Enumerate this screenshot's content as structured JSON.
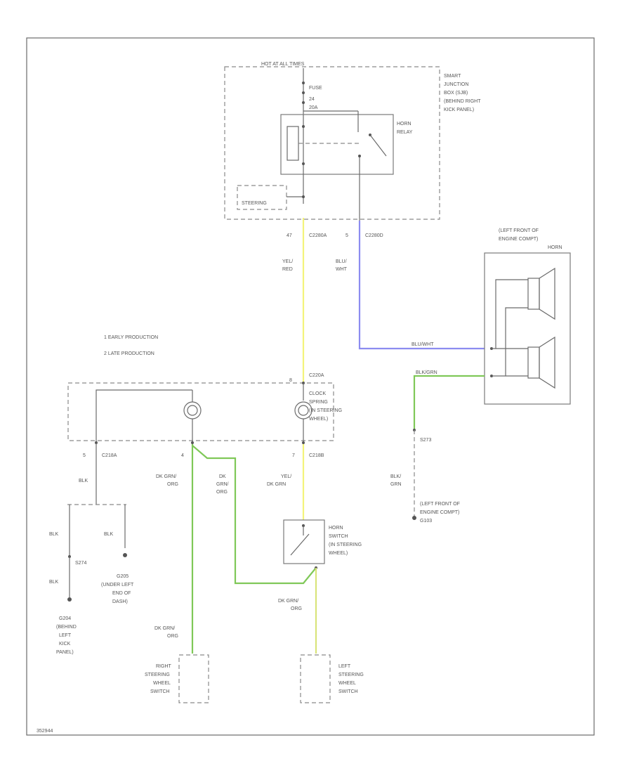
{
  "colors": {
    "wire_yel_red": "#f3f37a",
    "wire_blu_wht": "#8c8cf0",
    "wire_dk_grn": "#7fc858",
    "wire_gray": "#707070"
  },
  "sjb": {
    "power_label": "HOT AT ALL TIMES",
    "fuse_lines": [
      "FUSE",
      "24",
      "20A"
    ],
    "desc_lines": [
      "SMART",
      "JUNCTION",
      "BOX (SJB)",
      "(BEHIND RIGHT",
      "KICK PANEL)"
    ],
    "relay_lines": [
      "HORN",
      "RELAY"
    ],
    "module_label": "STEERING"
  },
  "connectors": {
    "c2280a_pin": "47",
    "c2280a": "C2280A",
    "c2280d_pin": "5",
    "c2280d": "C2280D",
    "c220a_pin": "8",
    "c220a": "C220A",
    "c218a_pin": "5",
    "c218a": "C218A",
    "c218a2_pin": "4",
    "c218b_pin": "7",
    "c218b": "C218B"
  },
  "wires": {
    "yel_red": [
      "YEL/",
      "RED"
    ],
    "blu_wht": [
      "BLU/",
      "WHT"
    ],
    "blu_wht_h": "BLU/WHT",
    "blk_grn_h": "BLK/GRN",
    "blk": "BLK",
    "blk_a": "BLK",
    "blk_b": "BLK",
    "blk_c": "BLK",
    "dk_grn_org_a": [
      "DK GRN/",
      "ORG"
    ],
    "dk_grn_org_b": [
      "DK",
      "GRN/",
      "ORG"
    ],
    "yel_dk_grn": [
      "YEL/",
      "DK GRN"
    ],
    "dk_grn_org_c": [
      "DK GRN/",
      "ORG"
    ],
    "dk_grn_org_d": [
      "DK GRN/",
      "ORG"
    ],
    "blk_grn_v": [
      "BLK/",
      "GRN"
    ]
  },
  "legend": {
    "item1": "1  EARLY PRODUCTION",
    "item2": "2  LATE PRODUCTION"
  },
  "components": {
    "horn_loc_lines": [
      "(LEFT FRONT OF",
      "ENGINE COMPT)",
      "HORN"
    ],
    "clock_lines": [
      "CLOCK",
      "SPRING",
      "(IN STEERING",
      "WHEEL)"
    ],
    "horn_switch_lines": [
      "HORN",
      "SWITCH",
      "(IN STEERING",
      "WHEEL)"
    ],
    "right_sw_lines": [
      "RIGHT",
      "STEERING",
      "WHEEL",
      "SWITCH"
    ],
    "left_sw_lines": [
      "LEFT",
      "STEERING",
      "WHEEL",
      "SWITCH"
    ]
  },
  "grounds": {
    "s273": "S273",
    "g103_lines": [
      "(LEFT FRONT OF",
      "ENGINE COMPT)",
      "G103"
    ],
    "s274": "S274",
    "g205_lines": [
      "G205",
      "(UNDER LEFT",
      "END OF",
      "DASH)"
    ],
    "g204_lines": [
      "G204",
      "(BEHIND",
      "LEFT",
      "KICK",
      "PANEL)"
    ]
  },
  "footer_code": "352944"
}
